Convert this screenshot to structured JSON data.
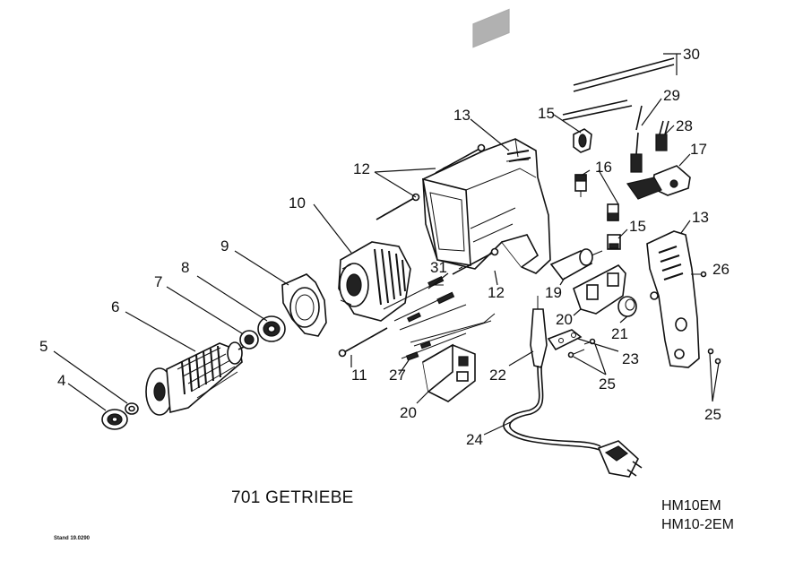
{
  "diagram": {
    "caption": "701 GETRIEBE",
    "models": [
      "HM10EM",
      "HM10-2EM"
    ],
    "stand": "Stand 19.0290",
    "callouts": [
      "30",
      "29",
      "28",
      "17",
      "13",
      "15",
      "16",
      "12",
      "10",
      "9",
      "31",
      "8",
      "7",
      "6",
      "5",
      "4",
      "11",
      "27",
      "20",
      "22",
      "24",
      "23",
      "25",
      "21",
      "19",
      "26"
    ]
  }
}
